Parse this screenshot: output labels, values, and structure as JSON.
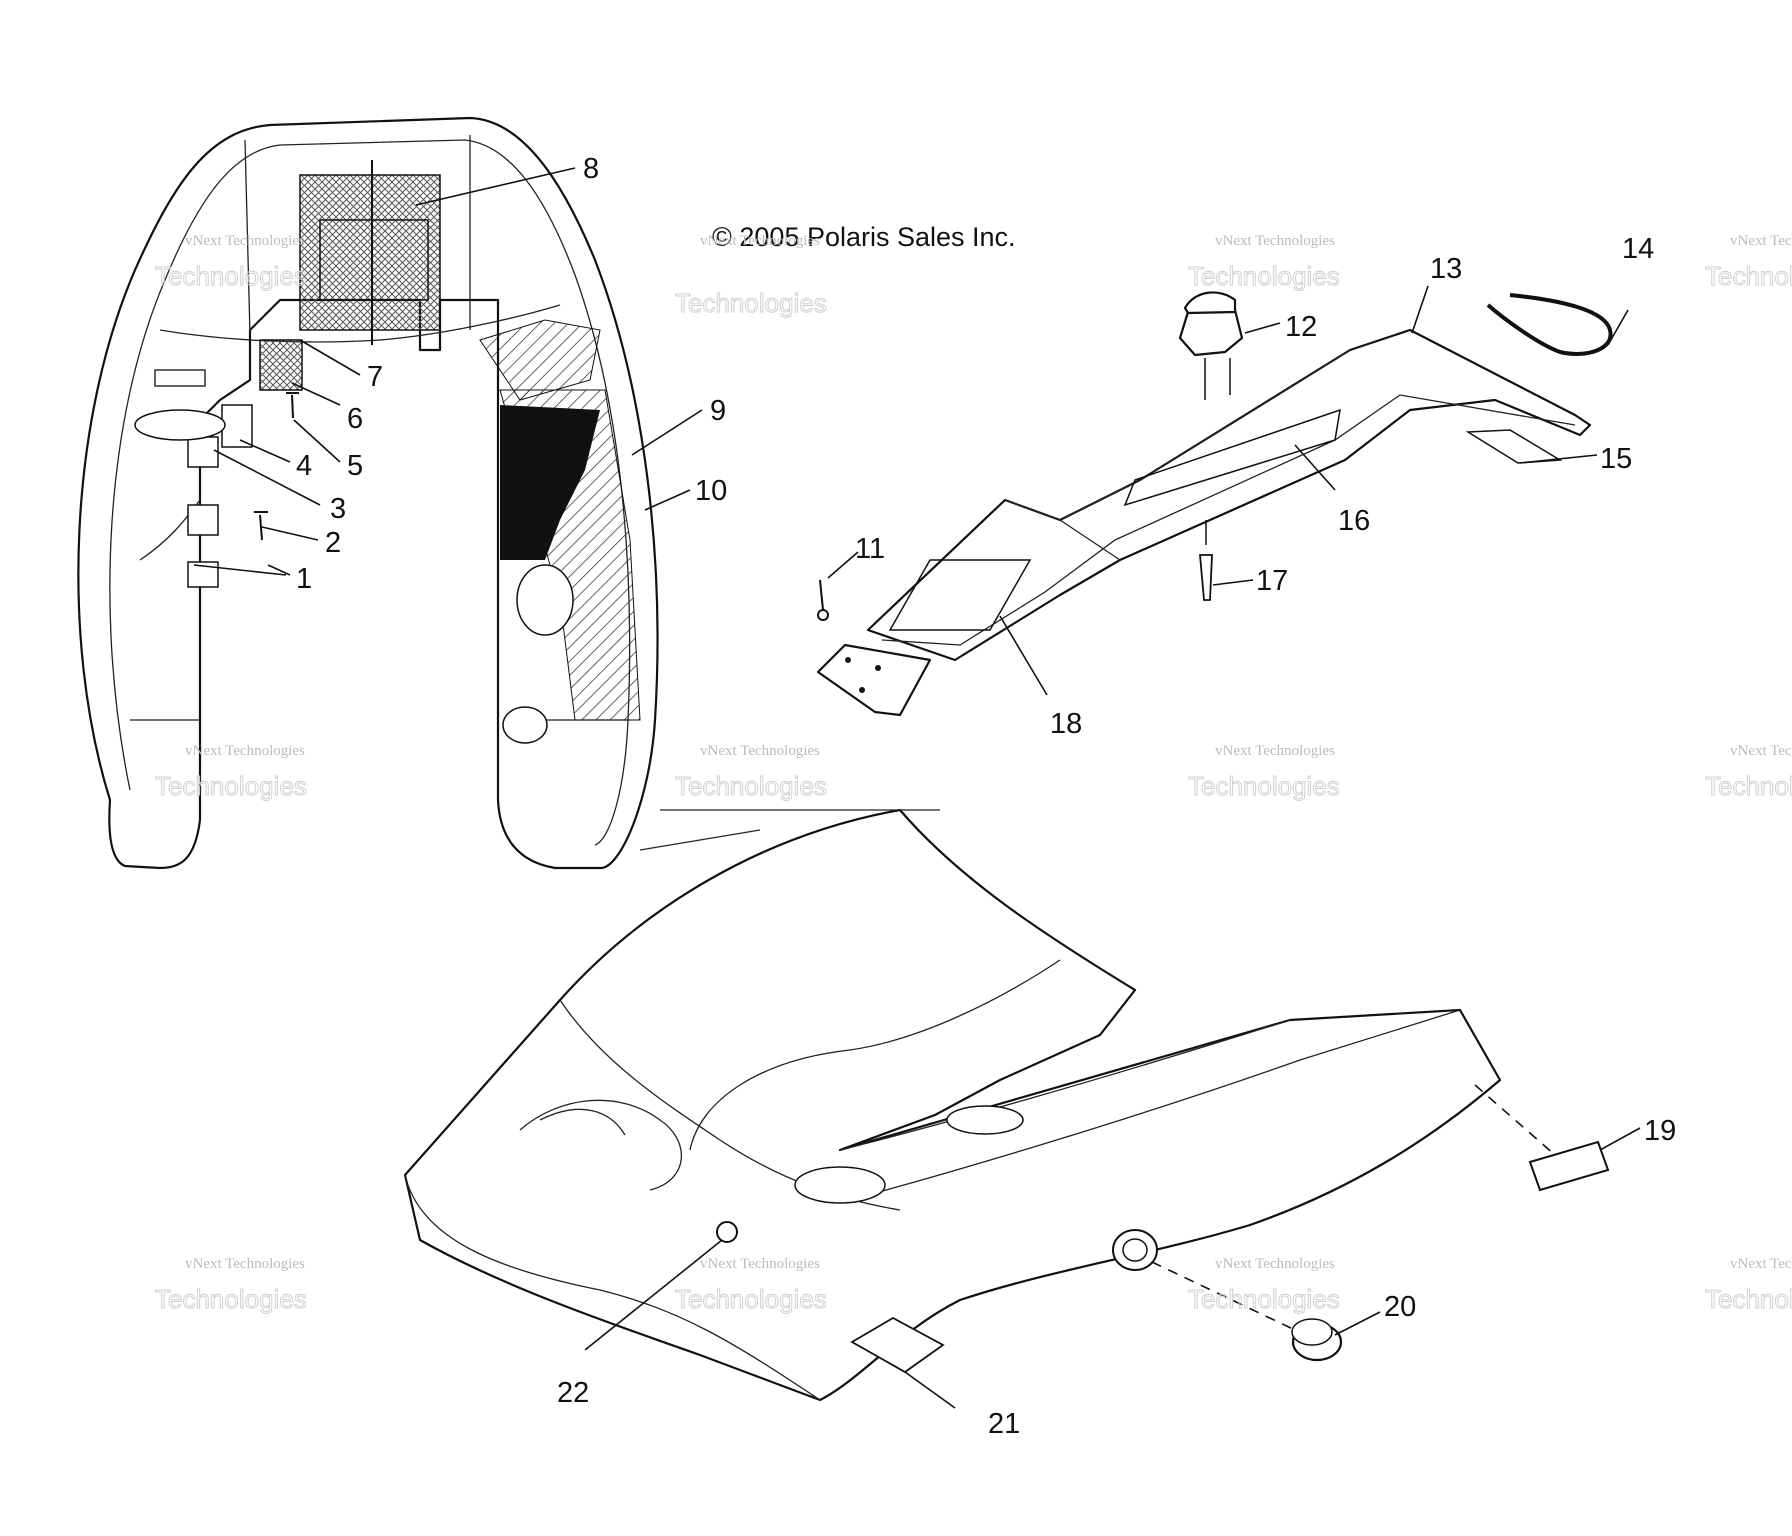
{
  "copyright": "© 2005 Polaris Sales Inc.",
  "watermark": {
    "line1": "vNext Technologies",
    "line2": "Technologies"
  },
  "callouts": {
    "c1": "1",
    "c2": "2",
    "c3": "3",
    "c4": "4",
    "c5": "5",
    "c6": "6",
    "c7": "7",
    "c8": "8",
    "c9": "9",
    "c10": "10",
    "c11": "11",
    "c12": "12",
    "c13": "13",
    "c14": "14",
    "c15": "15",
    "c16": "16",
    "c17": "17",
    "c18": "18",
    "c19": "19",
    "c20": "20",
    "c21": "21",
    "c22": "22"
  }
}
